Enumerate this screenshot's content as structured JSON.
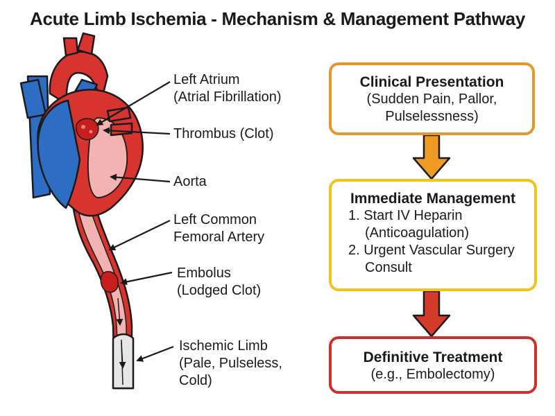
{
  "title": "Acute Limb Ischemia - Mechanism & Management Pathway",
  "anatomy_labels": {
    "left_atrium": [
      "Left Atrium",
      "(Atrial Fibrillation)"
    ],
    "thrombus": [
      "Thrombus (Clot)"
    ],
    "aorta": [
      "Aorta"
    ],
    "femoral": [
      "Left Common",
      "Femoral Artery"
    ],
    "embolus": [
      "Embolus",
      "(Lodged Clot)"
    ],
    "ischemic": [
      "Ischemic Limb",
      "(Pale, Pulseless,",
      "Cold)"
    ]
  },
  "pathway": {
    "clinical": {
      "title": "Clinical Presentation",
      "lines": [
        "(Sudden Pain, Pallor,",
        "Pulselessness)"
      ]
    },
    "immediate": {
      "title": "Immediate Management",
      "steps": [
        {
          "num": "1.",
          "text": "Start IV Heparin",
          "cont": "(Anticoagulation)"
        },
        {
          "num": "2.",
          "text": "Urgent Vascular Surgery",
          "cont": "Consult"
        }
      ]
    },
    "definitive": {
      "title": "Definitive Treatment",
      "lines": [
        "(e.g., Embolectomy)"
      ]
    }
  },
  "colors": {
    "clinical_border": "#e8962a",
    "immediate_border": "#f0c419",
    "definitive_border": "#cf2e2e",
    "arrow_orange": "#ef9a24",
    "arrow_red": "#d43a2a",
    "artery_red": "#d8342f",
    "vein_blue": "#2e6dc4",
    "inner_pink": "#f3b3b0"
  }
}
